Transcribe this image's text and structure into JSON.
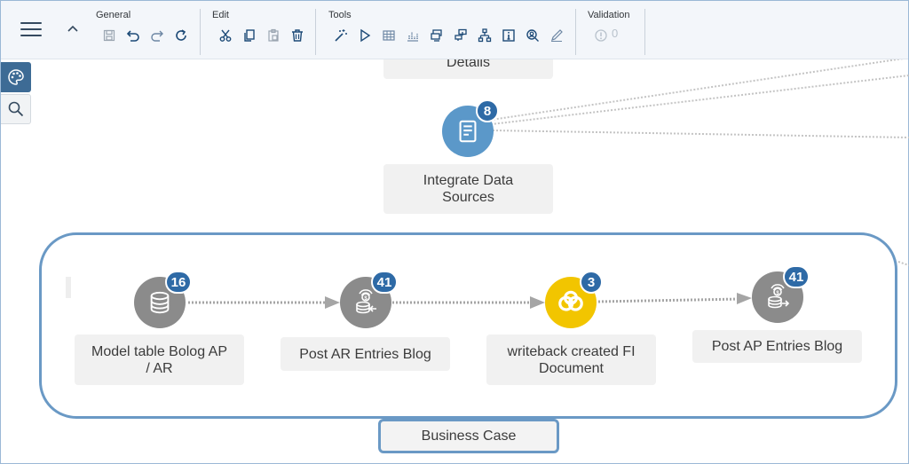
{
  "toolbar": {
    "groups": {
      "general": "General",
      "edit": "Edit",
      "tools": "Tools",
      "validation": "Validation"
    },
    "validation_count": "0"
  },
  "canvas": {
    "nodes": {
      "details": {
        "label": "Details"
      },
      "integrate": {
        "label": "Integrate Data Sources",
        "line1": "Integrate Data",
        "line2": "Sources",
        "badge": "8",
        "color": "#5b98c9"
      },
      "model_table": {
        "line1": "Model table Bolog AP",
        "line2": "/ AR",
        "badge": "16",
        "color": "#8b8b8b"
      },
      "post_ar": {
        "label": "Post AR Entries Blog",
        "badge": "41",
        "color": "#8b8b8b"
      },
      "writeback": {
        "line1": "writeback created FI",
        "line2": "Document",
        "badge": "3",
        "color": "#f2c500"
      },
      "post_ap": {
        "label": "Post AP Entries Blog",
        "badge": "41",
        "color": "#8b8b8b"
      }
    },
    "group": {
      "label": "Business Case"
    }
  },
  "colors": {
    "accent": "#3d6b95",
    "badge": "#2e6aa6",
    "group_border": "#6a99c5",
    "connector": "#a5a5a5"
  }
}
